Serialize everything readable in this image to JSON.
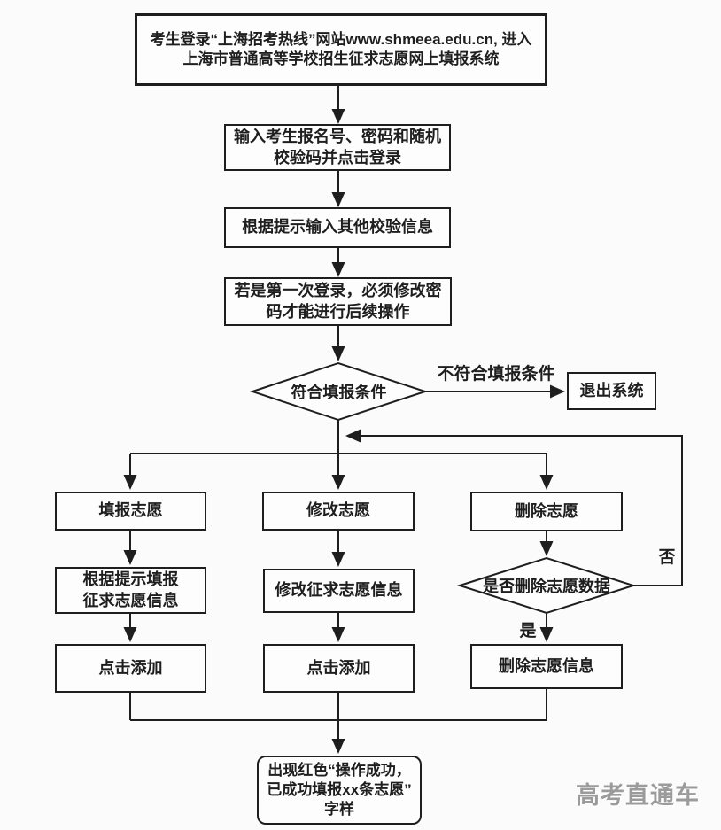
{
  "diagram": {
    "nodes": {
      "login": "考生登录“上海招考热线”网站www.shmeea.edu.cn, 进入\n上海市普通高等学校招生征求志愿网上填报系统",
      "input_credentials": "输入考生报名号、密码和随机\n校验码并点击登录",
      "other_verification": "根据提示输入其他校验信息",
      "first_login": "若是第一次登录，必须修改密\n码才能进行后续操作",
      "eligibility_decision": "符合填报条件",
      "exit_system": "退出系统",
      "fill_volunteer": "填报志愿",
      "modify_volunteer": "修改志愿",
      "delete_volunteer": "删除志愿",
      "fill_info": "根据提示填报\n征求志愿信息",
      "fill_click_add": "点击添加",
      "modify_info": "修改征求志愿信息",
      "modify_click_add": "点击添加",
      "delete_decision": "是否删除志愿数据",
      "delete_info": "删除志愿信息",
      "success_message": "出现红色“操作成功，\n已成功填报xx条志愿”\n字样"
    },
    "edge_labels": {
      "not_eligible": "不符合填报条件",
      "no": "否",
      "yes": "是"
    },
    "watermark": "高考直通车",
    "colors": {
      "line": "#1e1e1e",
      "node_background": "#fdfdfd",
      "canvas_background": "#fbfbfb",
      "watermark_color": "#9b9b9b"
    }
  }
}
